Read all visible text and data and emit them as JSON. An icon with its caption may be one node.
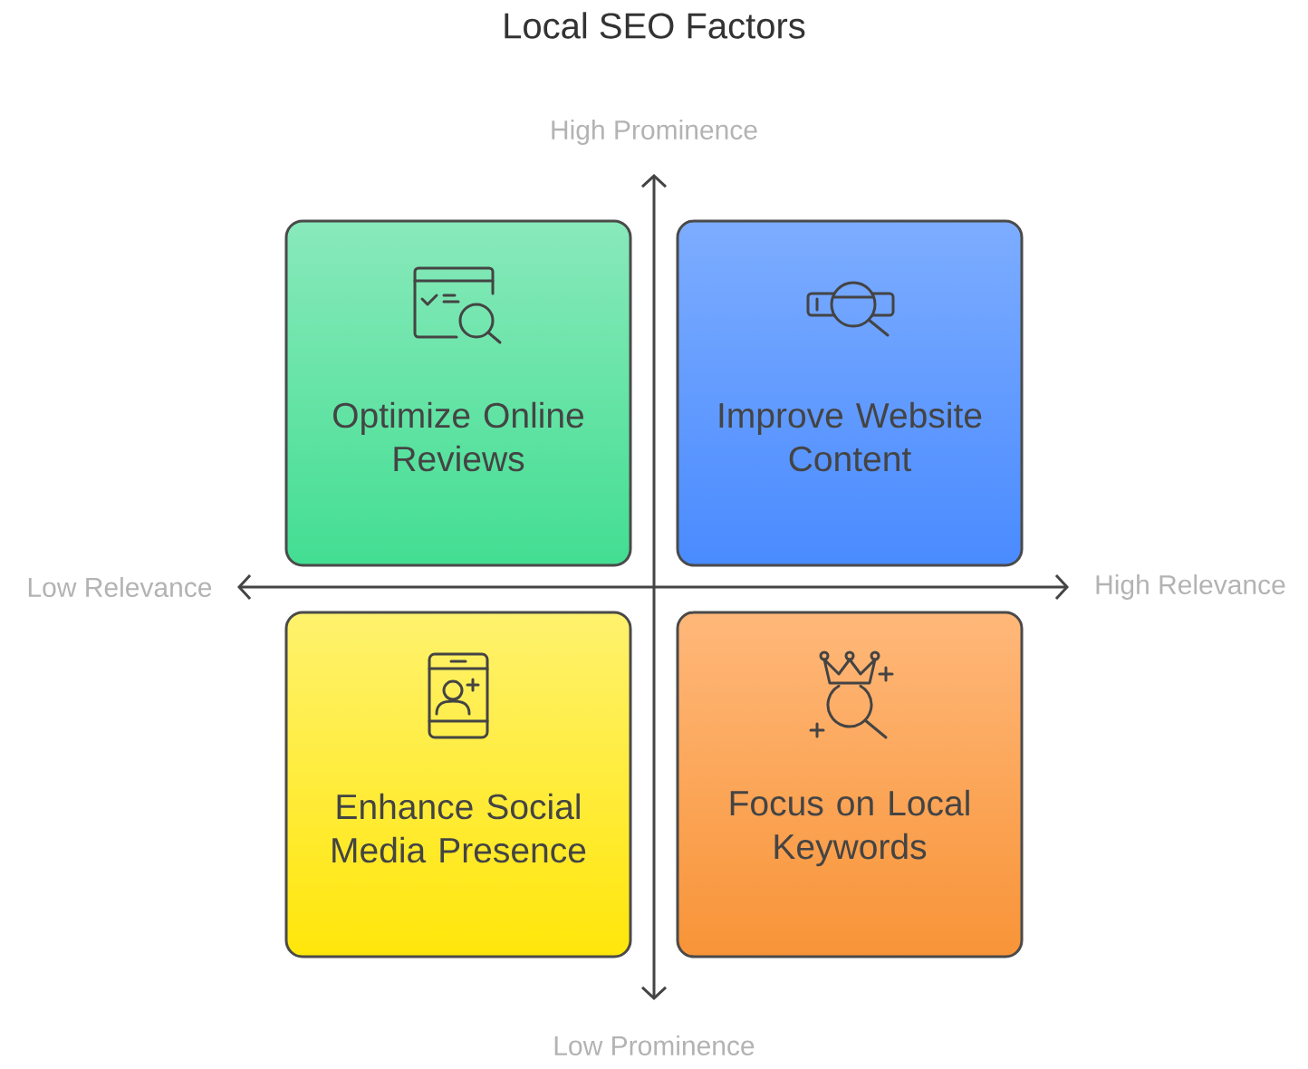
{
  "diagram": {
    "title": "Local SEO Factors",
    "nodes": [
      {
        "text": [
          "Optimize Online Reviews"
        ]
      },
      {
        "text": [
          "Improve Website Content"
        ]
      },
      {
        "text": [
          "Enhance Social Media Presence"
        ]
      },
      {
        "text": [
          "Focus on Local Keywords"
        ]
      }
    ],
    "labels": [
      "High Prominence",
      "Low Relevance",
      "High Relevance",
      "Low Prominence"
    ]
  }
}
